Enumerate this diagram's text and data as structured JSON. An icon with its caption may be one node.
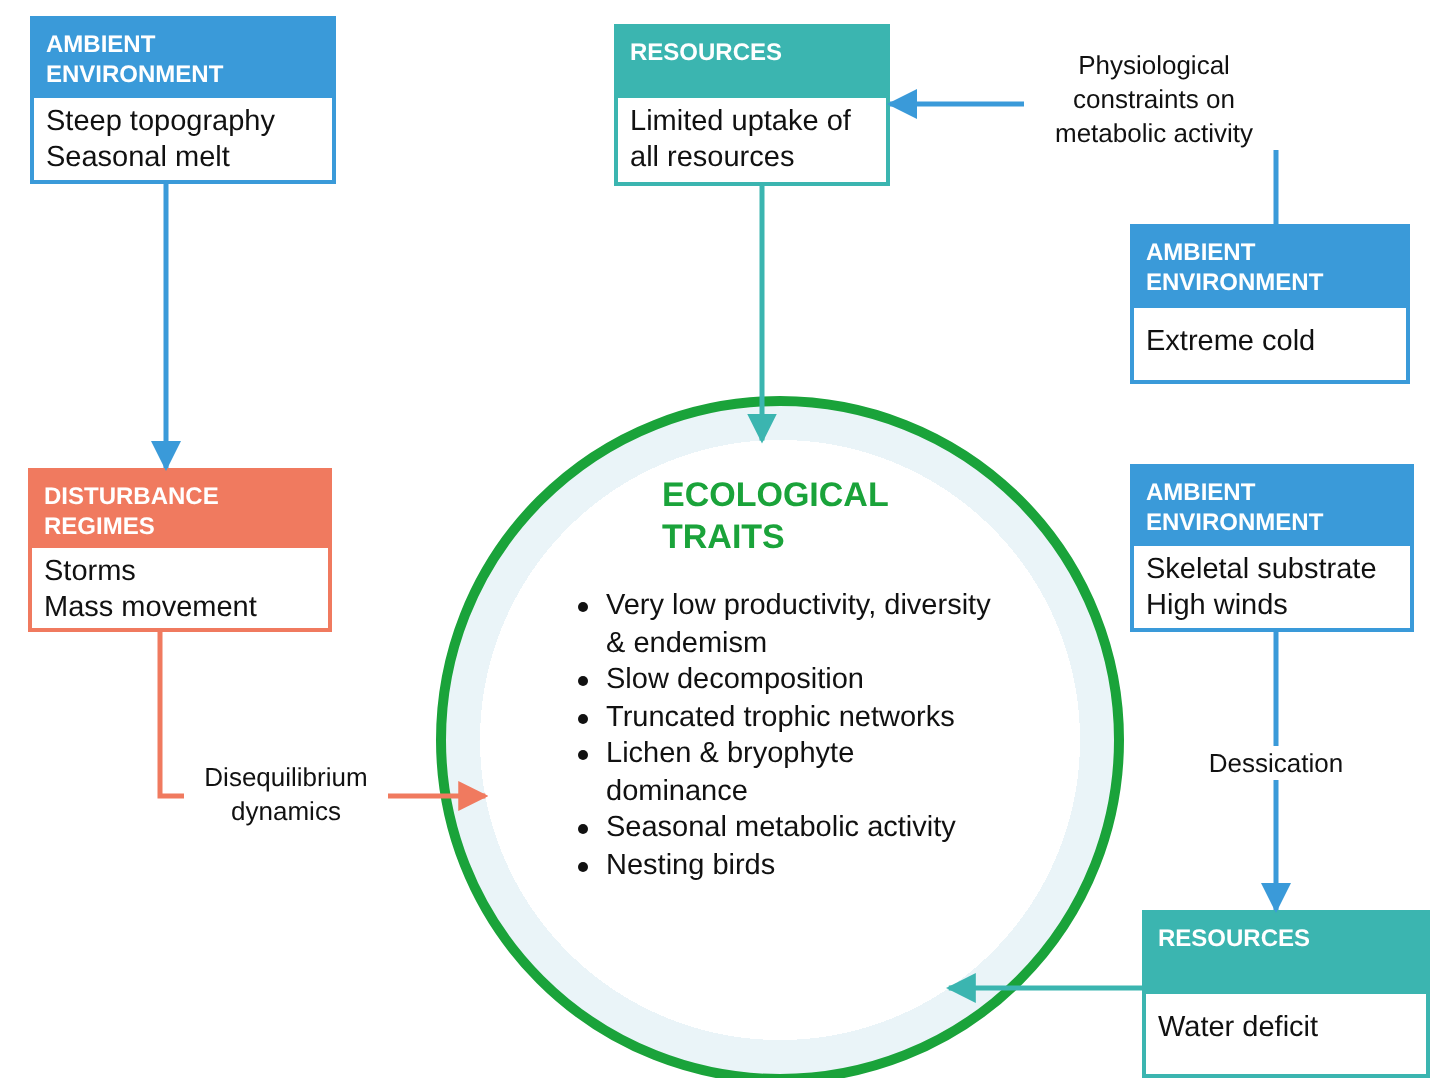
{
  "diagram": {
    "nodes": [
      {
        "text": [
          "AMBIENT ENVIRONMENT",
          "Steep topography",
          "Seasonal melt"
        ]
      },
      {
        "text": [
          "RESOURCES",
          "Limited uptake of all resources"
        ]
      },
      {
        "text": [
          "AMBIENT ENVIRONMENT",
          "Extreme cold"
        ]
      },
      {
        "text": [
          "DISTURBANCE REGIMES",
          "Storms",
          "Mass movement"
        ]
      },
      {
        "text": [
          "ECOLOGICAL TRAITS",
          "Very low productivity, diversity & endemism",
          "Slow decomposition",
          "Truncated trophic networks",
          "Lichen & bryophyte dominance",
          "Seasonal metabolic activity",
          "Nesting birds"
        ]
      },
      {
        "text": [
          "AMBIENT ENVIRONMENT",
          "Skeletal substrate",
          "High winds"
        ]
      },
      {
        "text": [
          "RESOURCES",
          "Water deficit"
        ]
      }
    ],
    "edges": [
      {
        "from": 0,
        "to": 3,
        "arrow": "to"
      },
      {
        "from": 1,
        "to": 4,
        "arrow": "to",
        "color": "#3bb5b0"
      },
      {
        "from": 2,
        "to": 1,
        "arrow": "to",
        "label": "Physiological constraints on metabolic activity"
      },
      {
        "from": 3,
        "to": 4,
        "arrow": "to",
        "label": "Disequilibrium dynamics",
        "color": "#f07a5f"
      },
      {
        "from": 5,
        "to": 6,
        "arrow": "to",
        "label": "Dessication"
      },
      {
        "from": 6,
        "to": 4,
        "arrow": "to",
        "color": "#3bb5b0"
      }
    ]
  }
}
